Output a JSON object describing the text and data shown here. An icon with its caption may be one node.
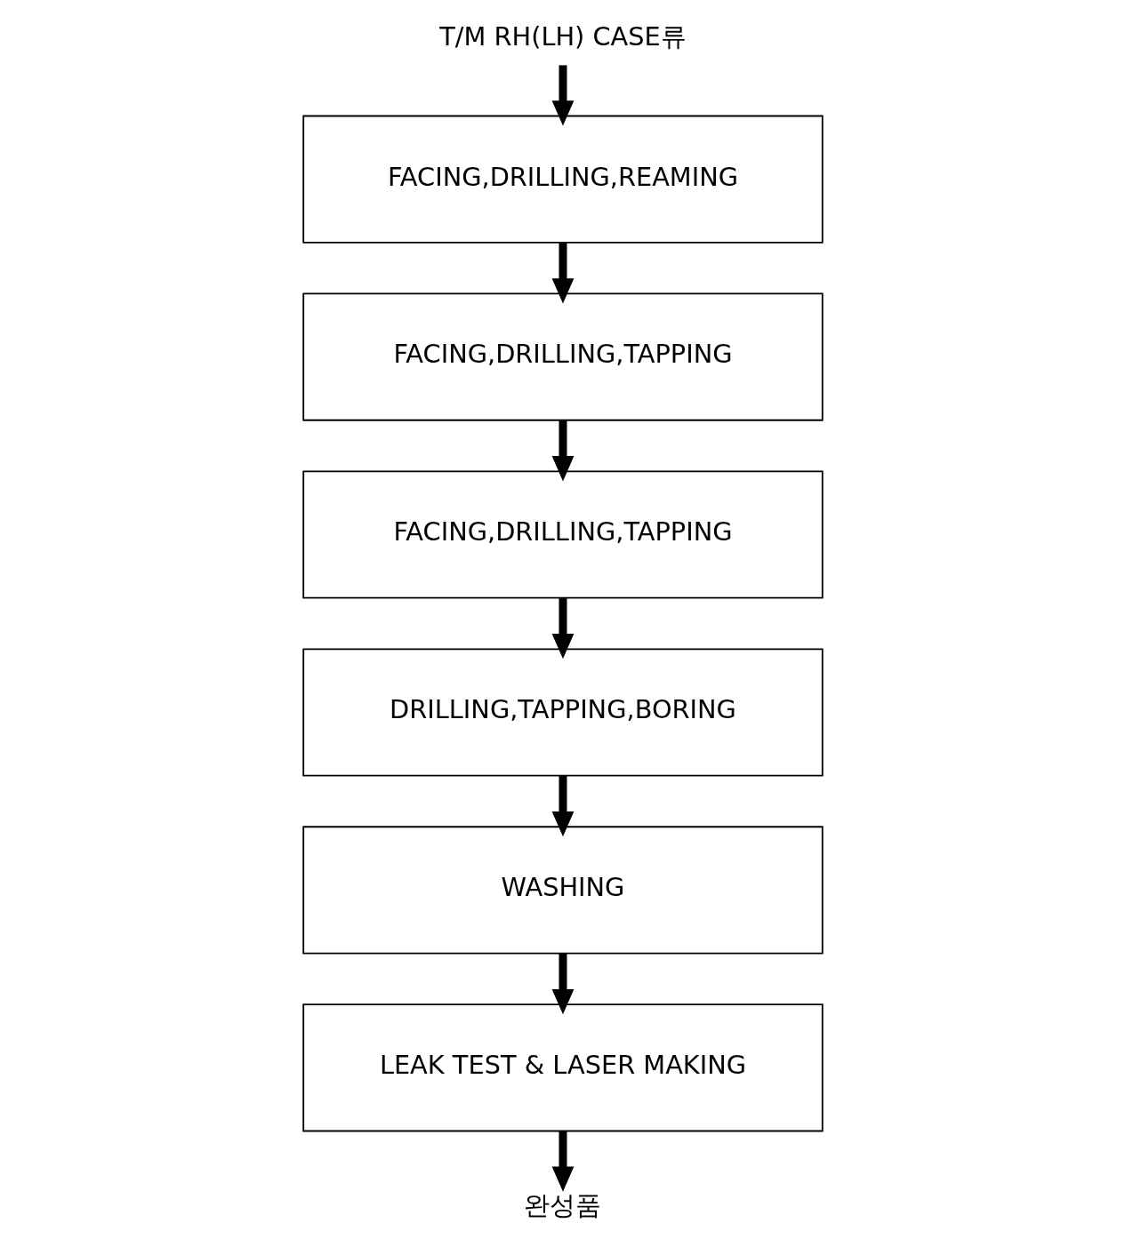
{
  "diagram": {
    "nodes": [
      {
        "text": [
          "T/M RH(LH) CASE류"
        ]
      },
      {
        "text": [
          "FACING,DRILLING,REAMING"
        ]
      },
      {
        "text": [
          "FACING,DRILLING,TAPPING"
        ]
      },
      {
        "text": [
          "FACING,DRILLING,TAPPING"
        ]
      },
      {
        "text": [
          "DRILLING,TAPPING,BORING"
        ]
      },
      {
        "text": [
          "WASHING"
        ]
      },
      {
        "text": [
          "LEAK TEST & LASER MAKING"
        ]
      },
      {
        "text": [
          "완성품"
        ]
      }
    ],
    "edges": [
      {
        "from": 0,
        "to": 1,
        "arrow": "to"
      },
      {
        "from": 1,
        "to": 2,
        "arrow": "to"
      },
      {
        "from": 2,
        "to": 3,
        "arrow": "to"
      },
      {
        "from": 3,
        "to": 4,
        "arrow": "to"
      },
      {
        "from": 4,
        "to": 5,
        "arrow": "to"
      },
      {
        "from": 5,
        "to": 6,
        "arrow": "to"
      },
      {
        "from": 6,
        "to": 7,
        "arrow": "to"
      }
    ]
  }
}
